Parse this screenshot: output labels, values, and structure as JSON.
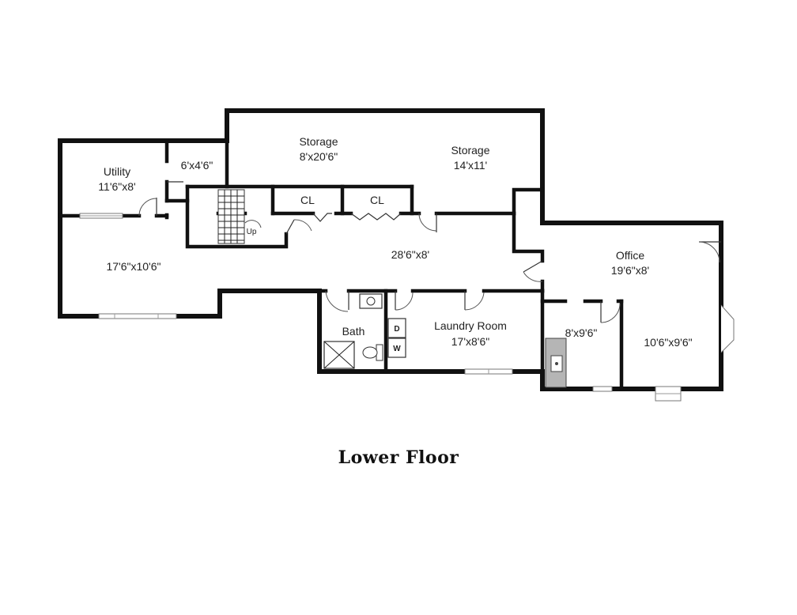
{
  "floor_title": "Lower Floor",
  "rooms": {
    "storage_left": {
      "name": "Storage",
      "dims": "8'x20'6\""
    },
    "storage_right": {
      "name": "Storage",
      "dims": "14'x11'"
    },
    "utility": {
      "name": "Utility",
      "dims": "11'6\"x8'"
    },
    "small_room": {
      "dims": "6'x4'6\""
    },
    "closet_1": {
      "name": "CL"
    },
    "closet_2": {
      "name": "CL"
    },
    "hall": {
      "dims": "28'6\"x8'"
    },
    "family": {
      "dims": "17'6\"x10'6\""
    },
    "office": {
      "name": "Office",
      "dims": "19'6\"x8'"
    },
    "bath": {
      "name": "Bath"
    },
    "laundry": {
      "name": "Laundry Room",
      "dims": "17'x8'6\""
    },
    "bedroom_small": {
      "dims": "8'x9'6\""
    },
    "bedroom_large": {
      "dims": "10'6\"x9'6\""
    }
  },
  "stairs": {
    "label": "Up"
  },
  "appliances": {
    "dryer": "D",
    "washer": "W"
  },
  "colors": {
    "wall": "#111111",
    "background": "#ffffff",
    "counter": "#b5b5b5"
  }
}
